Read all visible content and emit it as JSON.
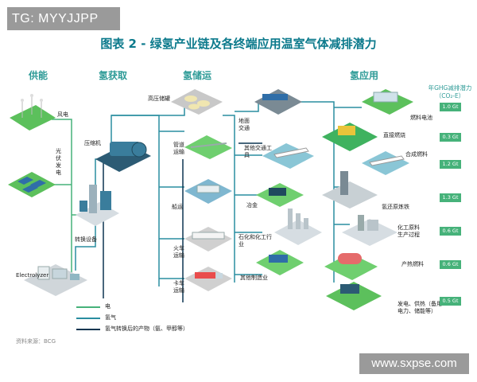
{
  "watermark_tl": "TG: MYYJJPP",
  "watermark_br": "www.sxpse.com",
  "title": "图表 2 - 绿氢产业链及各终端应用温室气体减排潜力",
  "columns": {
    "supply": "供能",
    "production": "氢获取",
    "storage": "氢储运",
    "application": "氢应用"
  },
  "supply": {
    "wind": "风电",
    "solar": "光伏发电",
    "electrolyzer": "Electrolyzer"
  },
  "production": {
    "compressor": "压缩机",
    "conversion": "转换设备"
  },
  "storage": {
    "high_pressure": "高压储罐",
    "pipeline": "管道运输",
    "ship": "船运",
    "train": "火车运输",
    "truck": "卡车运输"
  },
  "sectors": {
    "road": "地面交通",
    "other_transport": "其他交通工具",
    "metallurgy": "冶金",
    "petrochem": "石化和化工行业",
    "other_mfg": "其他制造业"
  },
  "applications": {
    "fuel_cell": "燃料电池",
    "direct_combustion": "直接燃烧",
    "synthetic_fuel": "合成燃料",
    "dri": "氢还原炼铁",
    "chem_feedstock": "化工原料生产过程",
    "heat_fuel": "产热燃料",
    "power_heat": "发电、供热（备用电力、储能等）"
  },
  "ghg": {
    "title_line1": "年GHG减排潜力",
    "title_line2": "（CO₂-E）",
    "values": [
      "1.0 Gt",
      "0.3 Gt",
      "1.2 Gt",
      "1.3 Gt",
      "0.6 Gt",
      "0.6 Gt",
      "0.5 Gt"
    ]
  },
  "legend": {
    "electricity": "电",
    "hydrogen": "氢气",
    "derivatives": "氢气转换后的产物（氨、甲醇等）"
  },
  "source": "资料来源：BCG",
  "colors": {
    "title": "#0c7a8c",
    "column_head": "#2c9a96",
    "electricity_line": "#46b27a",
    "hydrogen_line": "#2a8da0",
    "derivative_line": "#0d3550",
    "badge": "#46b27a"
  }
}
